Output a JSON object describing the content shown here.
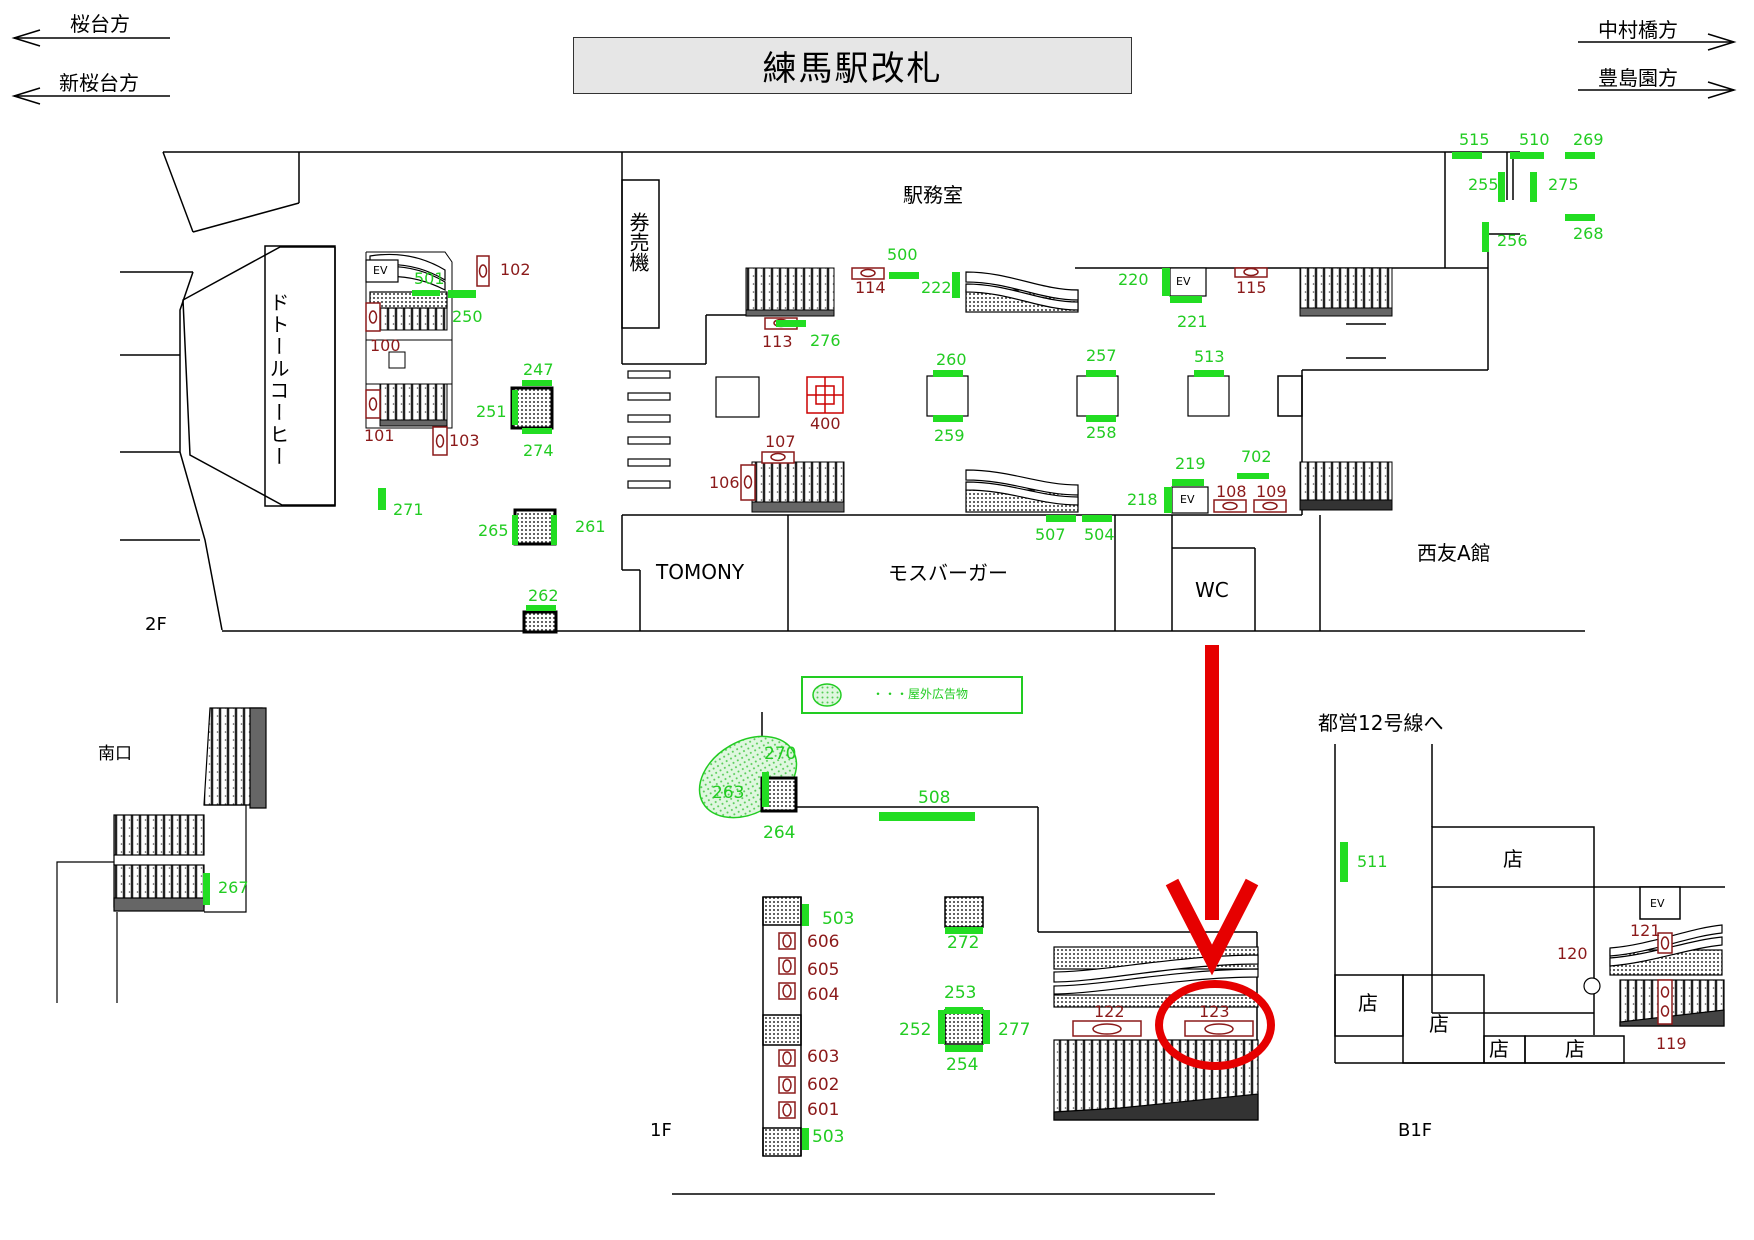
{
  "title": "練馬駅改札",
  "directions": {
    "left1": "桜台方",
    "left2": "新桜台方",
    "right1": "中村橋方",
    "right2": "豊島園方"
  },
  "floors": {
    "f2": "2F",
    "f1": "1F",
    "b1": "B1F"
  },
  "places": {
    "station_office": "駅務室",
    "ticket_machine": "券売機",
    "doutor": "ドトールコーヒー",
    "tomony": "TOMONY",
    "mos": "モスバーガー",
    "wc": "WC",
    "seiyu": "西友A館",
    "south_exit": "南口",
    "toei": "都営12号線へ",
    "shop": "店",
    "ev": "EV"
  },
  "legend": {
    "text": "・・・屋外広告物"
  },
  "highlight": {
    "target": "123",
    "color": "#e60000"
  },
  "colors": {
    "red_label": "#8B1A1A",
    "green_label": "#22CC22",
    "highlight": "#e60000"
  },
  "labels": {
    "n101": "101",
    "n102": "102",
    "n103": "103",
    "n106": "106",
    "n107": "107",
    "n108": "108",
    "n109": "109",
    "n113": "113",
    "n114": "114",
    "n115": "115",
    "n119": "119",
    "n120": "120",
    "n121": "121",
    "n122": "122",
    "n123": "123",
    "n400": "400",
    "n100": "100",
    "n601": "601",
    "n602": "602",
    "n603": "603",
    "n604": "604",
    "n605": "605",
    "n606": "606",
    "n218": "218",
    "n219": "219",
    "n220": "220",
    "n221": "221",
    "n222": "222",
    "n247": "247",
    "n250": "250",
    "n251": "251",
    "n252": "252",
    "n253": "253",
    "n254": "254",
    "n255": "255",
    "n256": "256",
    "n257": "257",
    "n258": "258",
    "n259": "259",
    "n260": "260",
    "n261": "261",
    "n262": "262",
    "n263": "263",
    "n264": "264",
    "n265": "265",
    "n267": "267",
    "n268": "268",
    "n269": "269",
    "n270": "270",
    "n271": "271",
    "n272": "272",
    "n274": "274",
    "n275": "275",
    "n276": "276",
    "n277": "277",
    "n500": "500",
    "n501": "501",
    "n503a": "503",
    "n503b": "503",
    "n504": "504",
    "n507": "507",
    "n508": "508",
    "n510": "510",
    "n511": "511",
    "n513": "513",
    "n515": "515",
    "n702": "702"
  }
}
